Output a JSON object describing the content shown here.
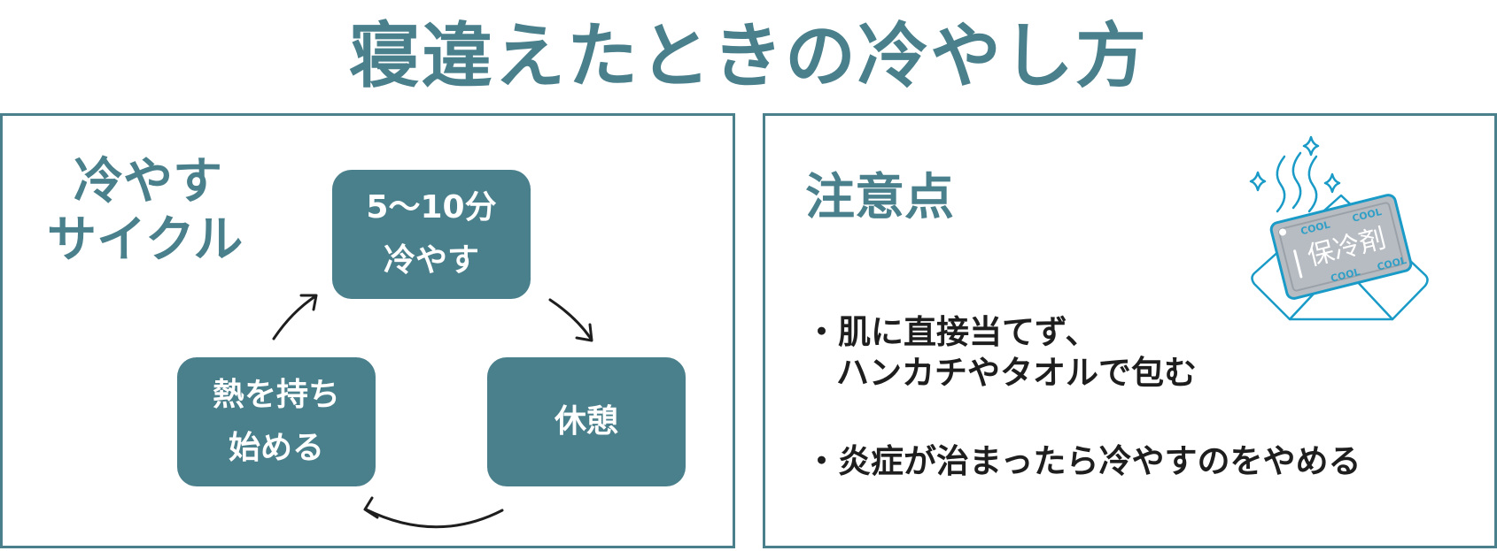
{
  "title": "寝違えたときの冷やし方",
  "cycle": {
    "label_line1": "冷やす",
    "label_line2": "サイクル",
    "steps": [
      {
        "line1": "5〜10分",
        "line2": "冷やす"
      },
      {
        "line1": "休憩",
        "line2": ""
      },
      {
        "line1": "熱を持ち",
        "line2": "始める"
      }
    ]
  },
  "notes": {
    "title": "注意点",
    "items": [
      {
        "line1": "・肌に直接当てず、",
        "line2": "ハンカチやタオルで包む"
      },
      {
        "line1": "・炎症が治まったら冷やすのをやめる",
        "line2": ""
      }
    ]
  },
  "illustration": {
    "pack_label": "保冷剤",
    "pattern_text": "COOL"
  },
  "colors": {
    "accent": "#4a7f8c",
    "illustration": "#1a9bc7",
    "pack_fill": "#b7bcc2",
    "text": "#1e1e1e"
  },
  "icons": [
    "arrow-icon",
    "cold-pack-icon",
    "sparkle-icon",
    "cold-wave-icon"
  ]
}
